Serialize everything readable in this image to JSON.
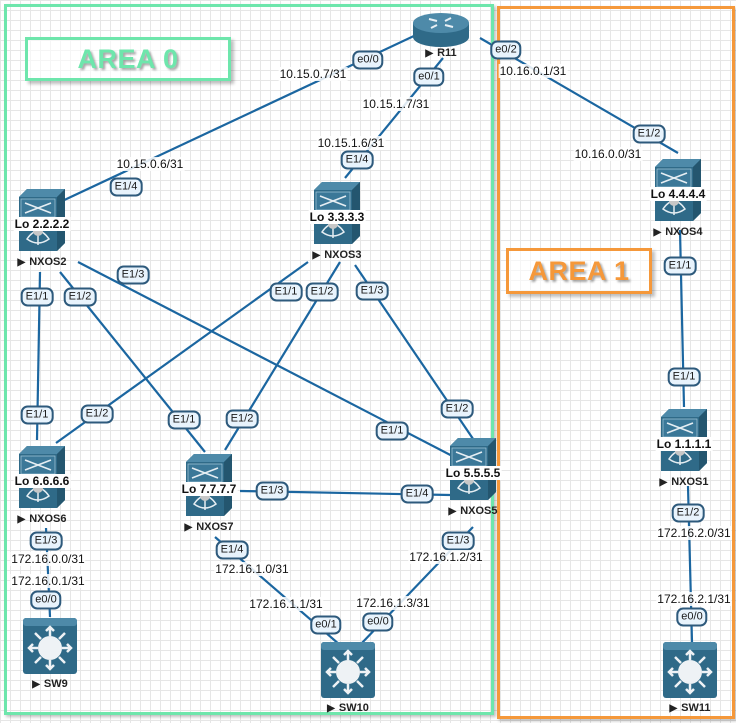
{
  "areas": [
    {
      "id": "area0",
      "label": "AREA 0",
      "color": "#6ee6ac"
    },
    {
      "id": "area1",
      "label": "AREA 1",
      "color": "#f5983a"
    }
  ],
  "link_color": "#1b66a0",
  "nodes": {
    "R11": {
      "name": "R11",
      "type": "router"
    },
    "NXOS2": {
      "name": "NXOS2",
      "type": "nexus",
      "loopback": "Lo 2.2.2.2"
    },
    "NXOS3": {
      "name": "NXOS3",
      "type": "nexus",
      "loopback": "Lo 3.3.3.3"
    },
    "NXOS4": {
      "name": "NXOS4",
      "type": "nexus",
      "loopback": "Lo 4.4.4.4"
    },
    "NXOS5": {
      "name": "NXOS5",
      "type": "nexus",
      "loopback": "Lo 5.5.5.5"
    },
    "NXOS6": {
      "name": "NXOS6",
      "type": "nexus",
      "loopback": "Lo 6.6.6.6"
    },
    "NXOS7": {
      "name": "NXOS7",
      "type": "nexus",
      "loopback": "Lo 7.7.7.7"
    },
    "NXOS1": {
      "name": "NXOS1",
      "type": "nexus",
      "loopback": "Lo 1.1.1.1"
    },
    "SW9": {
      "name": "SW9",
      "type": "switch"
    },
    "SW10": {
      "name": "SW10",
      "type": "switch"
    },
    "SW11": {
      "name": "SW11",
      "type": "switch"
    }
  },
  "links": [
    {
      "a": "R11",
      "a_if": "e0/0",
      "a_ip": "10.15.0.7/31",
      "b": "NXOS2",
      "b_if": "E1/4",
      "b_ip": "10.15.0.6/31"
    },
    {
      "a": "R11",
      "a_if": "e0/1",
      "a_ip": "10.15.1.7/31",
      "b": "NXOS3",
      "b_if": "E1/4",
      "b_ip": "10.15.1.6/31"
    },
    {
      "a": "R11",
      "a_if": "e0/2",
      "a_ip": "10.16.0.1/31",
      "b": "NXOS4",
      "b_if": "E1/2",
      "b_ip": "10.16.0.0/31"
    },
    {
      "a": "NXOS2",
      "a_if": "E1/1",
      "b": "NXOS6",
      "b_if": "E1/1"
    },
    {
      "a": "NXOS2",
      "a_if": "E1/2",
      "b": "NXOS7",
      "b_if": "E1/1"
    },
    {
      "a": "NXOS2",
      "a_if": "E1/3",
      "b": "NXOS5",
      "b_if": "E1/1"
    },
    {
      "a": "NXOS3",
      "a_if": "E1/1",
      "b": "NXOS6",
      "b_if": "E1/2"
    },
    {
      "a": "NXOS3",
      "a_if": "E1/2",
      "b": "NXOS7",
      "b_if": "E1/2"
    },
    {
      "a": "NXOS3",
      "a_if": "E1/3",
      "b": "NXOS5",
      "b_if": "E1/2"
    },
    {
      "a": "NXOS7",
      "a_if": "E1/3",
      "b": "NXOS5",
      "b_if": "E1/4"
    },
    {
      "a": "NXOS6",
      "a_if": "E1/3",
      "a_ip": "172.16.0.0/31",
      "b": "SW9",
      "b_if": "e0/0",
      "b_ip": "172.16.0.1/31"
    },
    {
      "a": "NXOS7",
      "a_if": "E1/4",
      "a_ip": "172.16.1.0/31",
      "b": "SW10",
      "b_if": "e0/1",
      "b_ip": "172.16.1.1/31"
    },
    {
      "a": "NXOS5",
      "a_if": "E1/3",
      "a_ip": "172.16.1.2/31",
      "b": "SW10",
      "b_if": "e0/0",
      "b_ip": "172.16.1.3/31"
    },
    {
      "a": "NXOS4",
      "a_if": "E1/1",
      "b": "NXOS1",
      "b_if": "E1/1"
    },
    {
      "a": "NXOS1",
      "a_if": "E1/2",
      "a_ip": "172.16.2.0/31",
      "b": "SW11",
      "b_if": "e0/0",
      "b_ip": "172.16.2.1/31"
    }
  ]
}
